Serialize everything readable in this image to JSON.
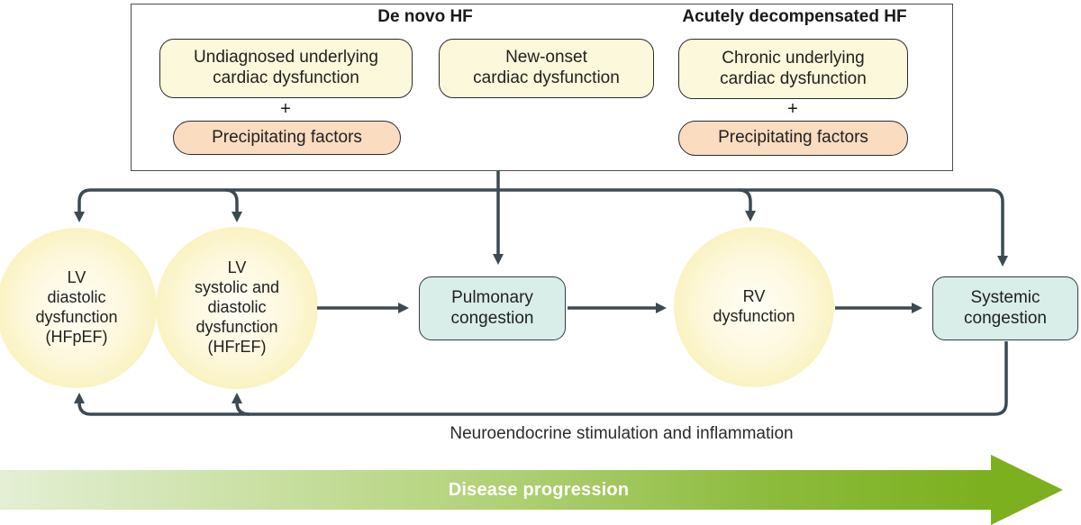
{
  "palette": {
    "line": "#3d4a52",
    "panel_border": "#4c4c4c",
    "cream_box": "#fcf8db",
    "peach_box": "#fadcc1",
    "mint_box": "#d9eee8",
    "circle_fill": "#f8efae",
    "green_start": "#e4efd4",
    "green_end": "#7cb01e",
    "text": "#212121",
    "progression_text": "#ffffff"
  },
  "top_panel": {
    "de_novo": {
      "title": "De novo HF",
      "underlying_box": "Undiagnosed underlying\ncardiac dysfunction",
      "plus": "+",
      "precipitating_box": "Precipitating factors"
    },
    "new_onset_box": "New-onset\ncardiac dysfunction",
    "decompensated": {
      "title": "Acutely decompensated HF",
      "underlying_box": "Chronic underlying\ncardiac dysfunction",
      "plus": "+",
      "precipitating_box": "Precipitating factors"
    }
  },
  "nodes": {
    "lv_diastolic": "LV\ndiastolic\ndysfunction\n(HFpEF)",
    "lv_systolic": "LV\nsystolic and\ndiastolic\ndysfunction\n(HFrEF)",
    "pulmonary": "Pulmonary\ncongestion",
    "rv": "RV\ndysfunction",
    "systemic": "Systemic\ncongestion"
  },
  "labels": {
    "feedback": "Neuroendocrine stimulation and inflammation",
    "progression": "Disease progression"
  }
}
